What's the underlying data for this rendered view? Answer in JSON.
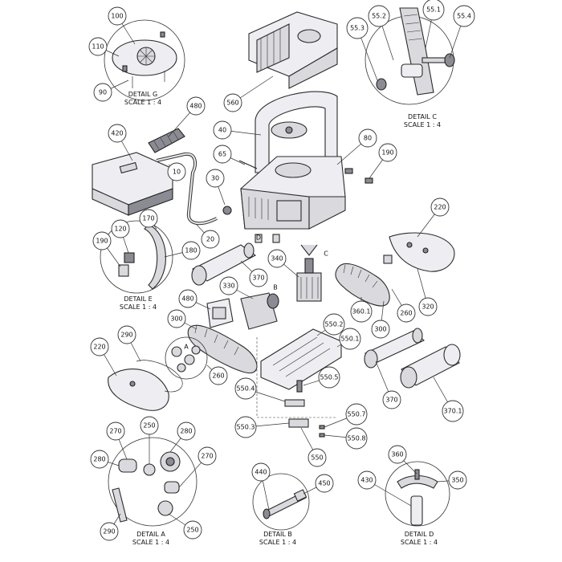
{
  "callouts": [
    {
      "id": "c100",
      "label": "100"
    },
    {
      "id": "c110",
      "label": "110"
    },
    {
      "id": "c90",
      "label": "90"
    },
    {
      "id": "c55_2",
      "label": "55.2"
    },
    {
      "id": "c55_1",
      "label": "55.1"
    },
    {
      "id": "c55_4",
      "label": "55.4"
    },
    {
      "id": "c55_3",
      "label": "55.3"
    },
    {
      "id": "c560",
      "label": "560"
    },
    {
      "id": "c480a",
      "label": "480"
    },
    {
      "id": "c40",
      "label": "40"
    },
    {
      "id": "c420",
      "label": "420"
    },
    {
      "id": "c80",
      "label": "80"
    },
    {
      "id": "c65",
      "label": "65"
    },
    {
      "id": "c190a",
      "label": "190"
    },
    {
      "id": "c10",
      "label": "10"
    },
    {
      "id": "c30",
      "label": "30"
    },
    {
      "id": "c20",
      "label": "20"
    },
    {
      "id": "c220a",
      "label": "220"
    },
    {
      "id": "c120",
      "label": "120"
    },
    {
      "id": "c170",
      "label": "170"
    },
    {
      "id": "c190b",
      "label": "190"
    },
    {
      "id": "c180",
      "label": "180"
    },
    {
      "id": "c340",
      "label": "340"
    },
    {
      "id": "c370a",
      "label": "370"
    },
    {
      "id": "c330",
      "label": "330"
    },
    {
      "id": "c480b",
      "label": "480"
    },
    {
      "id": "c360_1",
      "label": "360.1"
    },
    {
      "id": "c260a",
      "label": "260"
    },
    {
      "id": "c320",
      "label": "320"
    },
    {
      "id": "c300a",
      "label": "300"
    },
    {
      "id": "c300b",
      "label": "300"
    },
    {
      "id": "c550_2",
      "label": "550.2"
    },
    {
      "id": "c550_1",
      "label": "550.1"
    },
    {
      "id": "c220b",
      "label": "220"
    },
    {
      "id": "c290a",
      "label": "290"
    },
    {
      "id": "c260b",
      "label": "260"
    },
    {
      "id": "c550_5",
      "label": "550.5"
    },
    {
      "id": "c550_4",
      "label": "550.4"
    },
    {
      "id": "c370b",
      "label": "370"
    },
    {
      "id": "c370_1",
      "label": "370.1"
    },
    {
      "id": "c550_3",
      "label": "550.3"
    },
    {
      "id": "c550_7",
      "label": "550.7"
    },
    {
      "id": "c550_8",
      "label": "550.8"
    },
    {
      "id": "c270a",
      "label": "270"
    },
    {
      "id": "c250a",
      "label": "250"
    },
    {
      "id": "c280a",
      "label": "280"
    },
    {
      "id": "c550",
      "label": "550"
    },
    {
      "id": "c280b",
      "label": "280"
    },
    {
      "id": "c270b",
      "label": "270"
    },
    {
      "id": "c360",
      "label": "360"
    },
    {
      "id": "c440",
      "label": "440"
    },
    {
      "id": "c450",
      "label": "450"
    },
    {
      "id": "c430",
      "label": "430"
    },
    {
      "id": "c350",
      "label": "350"
    },
    {
      "id": "c290b",
      "label": "290"
    },
    {
      "id": "c250b",
      "label": "250"
    }
  ],
  "details": {
    "g": {
      "title": "DETAIL G",
      "scale": "SCALE 1 : 4"
    },
    "c": {
      "title": "DETAIL C",
      "scale": "SCALE 1 : 4"
    },
    "e": {
      "title": "DETAIL E",
      "scale": "SCALE 1 : 4"
    },
    "a": {
      "title": "DETAIL A",
      "scale": "SCALE 1 : 4"
    },
    "b": {
      "title": "DETAIL B",
      "scale": "SCALE 1 : 4"
    },
    "d": {
      "title": "DETAIL D",
      "scale": "SCALE 1 : 4"
    }
  },
  "markers": {
    "b": "B",
    "c": "C",
    "a": "A",
    "d": "D"
  }
}
